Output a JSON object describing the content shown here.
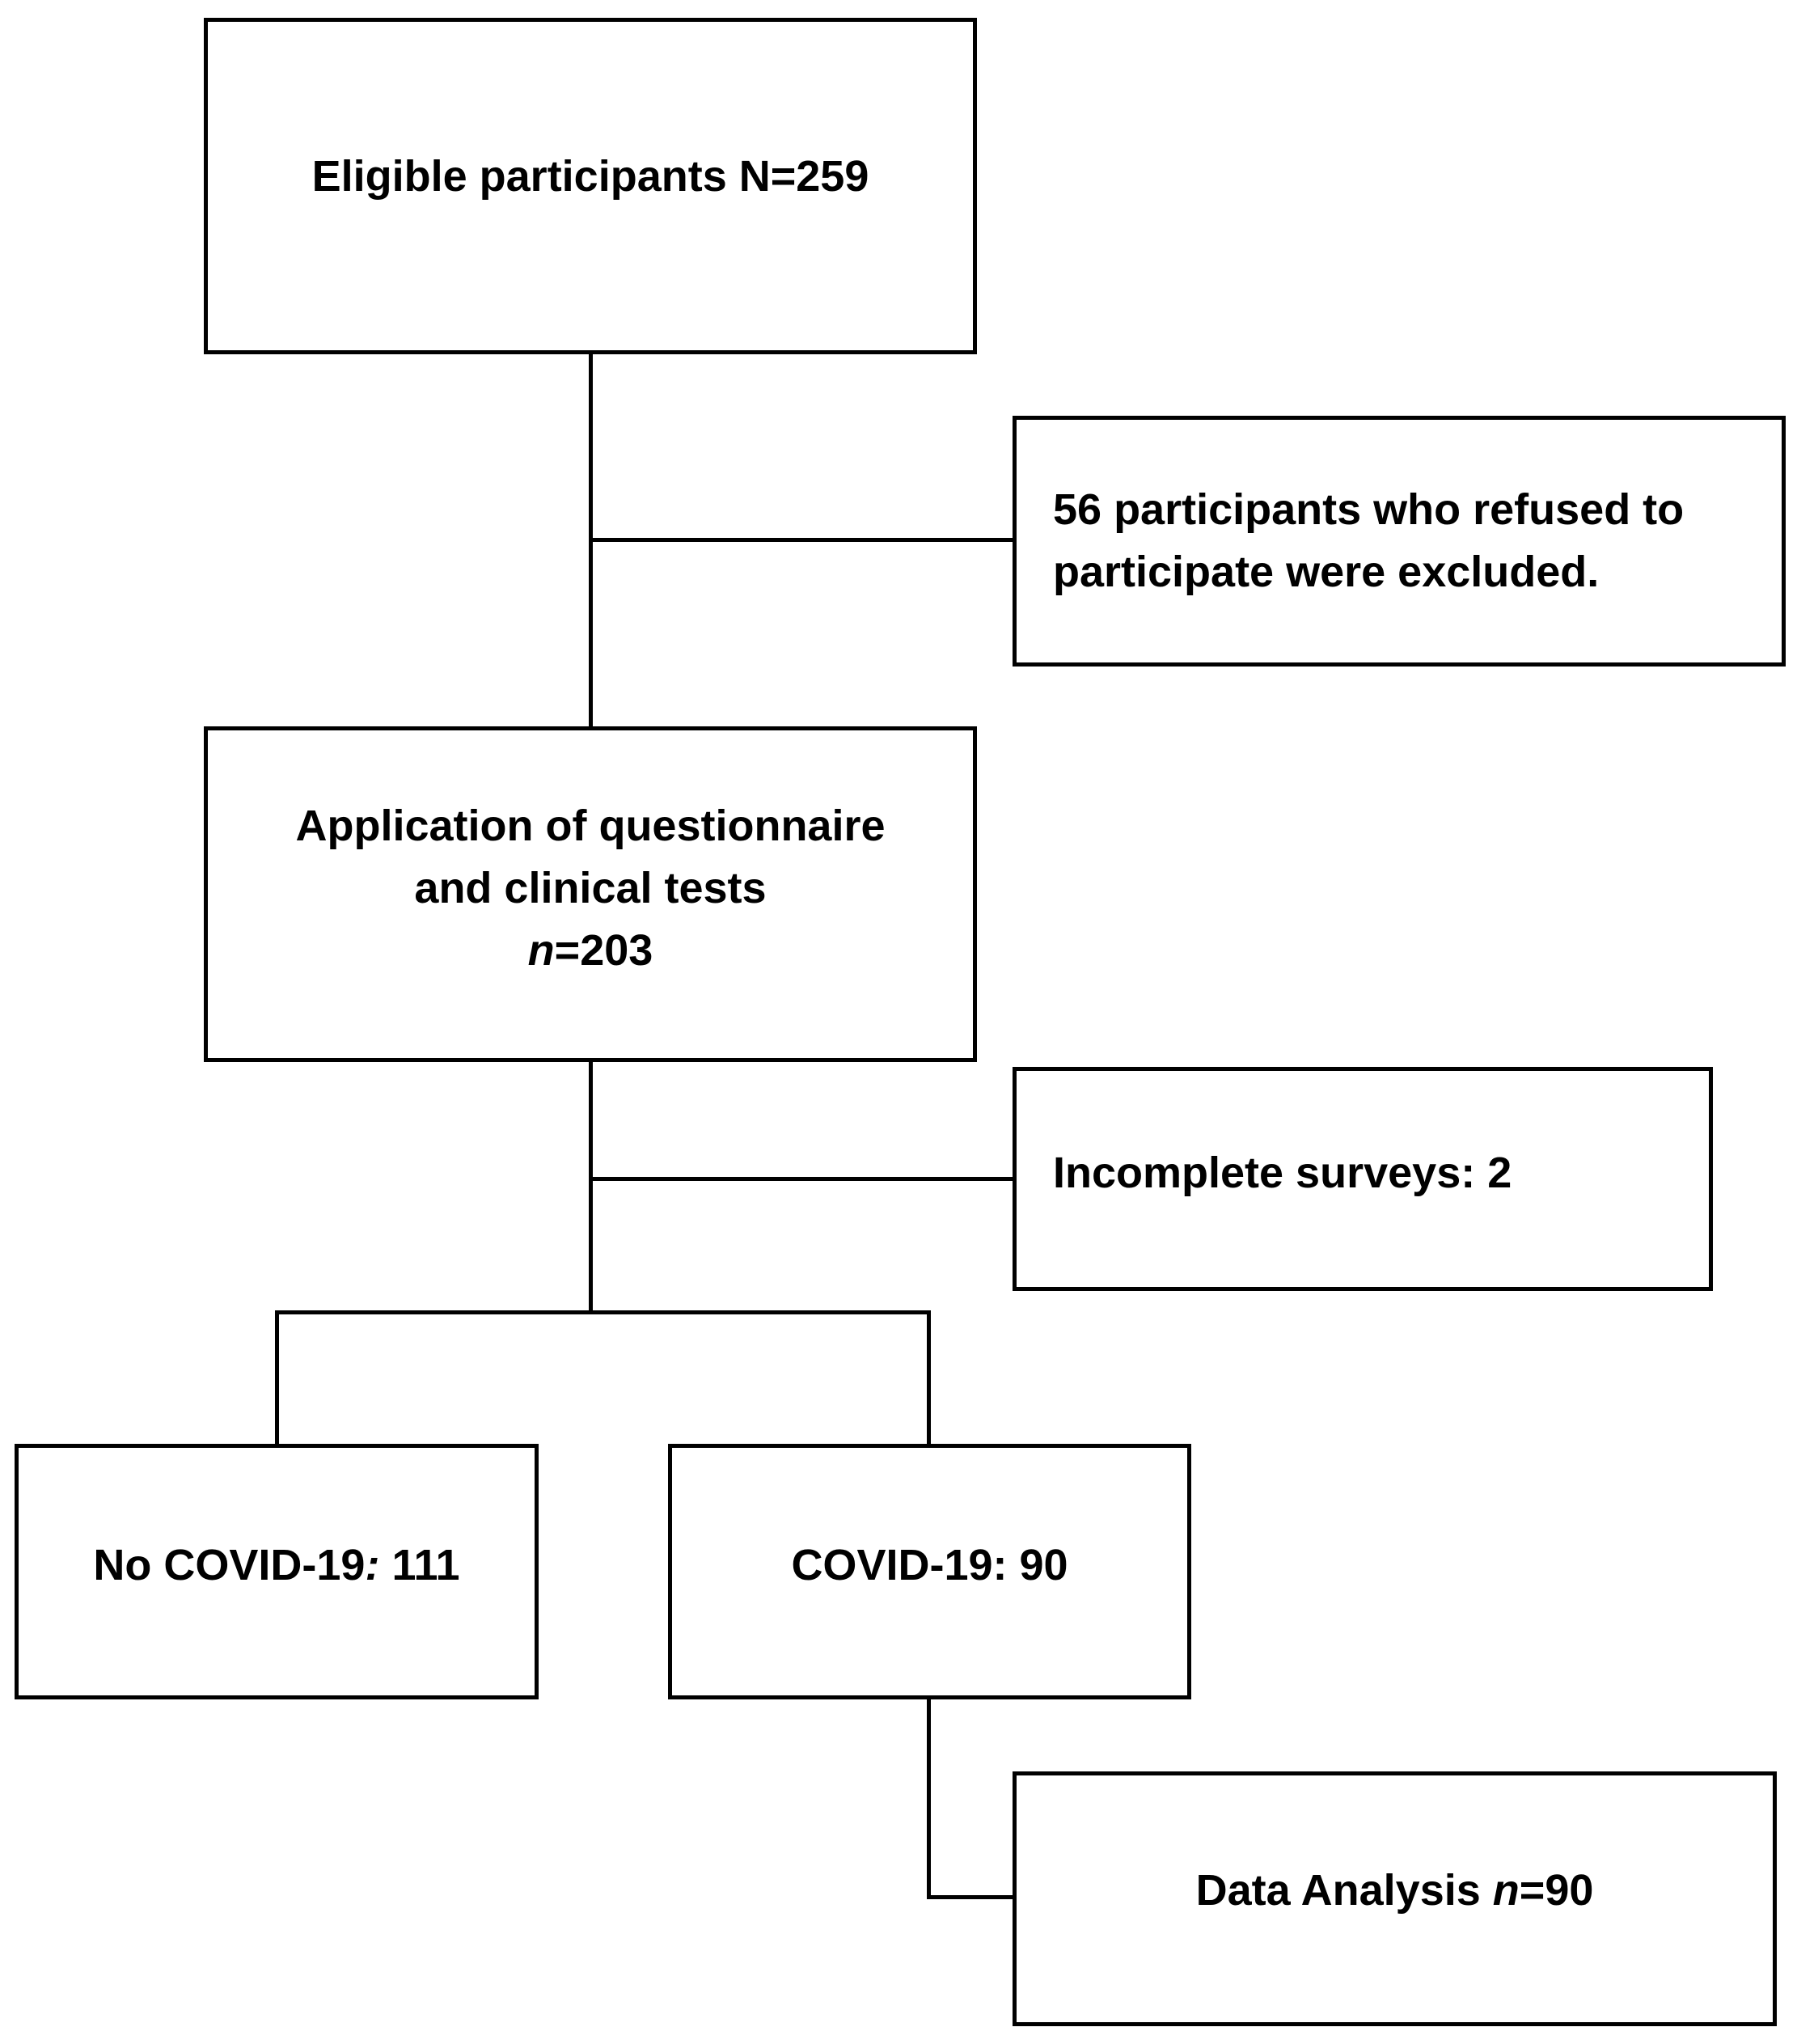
{
  "boxes": {
    "eligible": {
      "text": "Eligible participants N=259"
    },
    "excluded": {
      "line1": "56 participants who refused to",
      "line2": "participate were excluded."
    },
    "application": {
      "line1": "Application of questionnaire",
      "line2": "and clinical tests",
      "n_label": "n",
      "n_value": "=203"
    },
    "incomplete": {
      "text": "Incomplete surveys: 2"
    },
    "no_covid": {
      "prefix": "No COVID-19",
      "colon": ":",
      "value": " 111"
    },
    "covid": {
      "text": "COVID-19: 90"
    },
    "analysis": {
      "prefix": "Data Analysis ",
      "n_label": "n",
      "n_value": "=90"
    }
  }
}
